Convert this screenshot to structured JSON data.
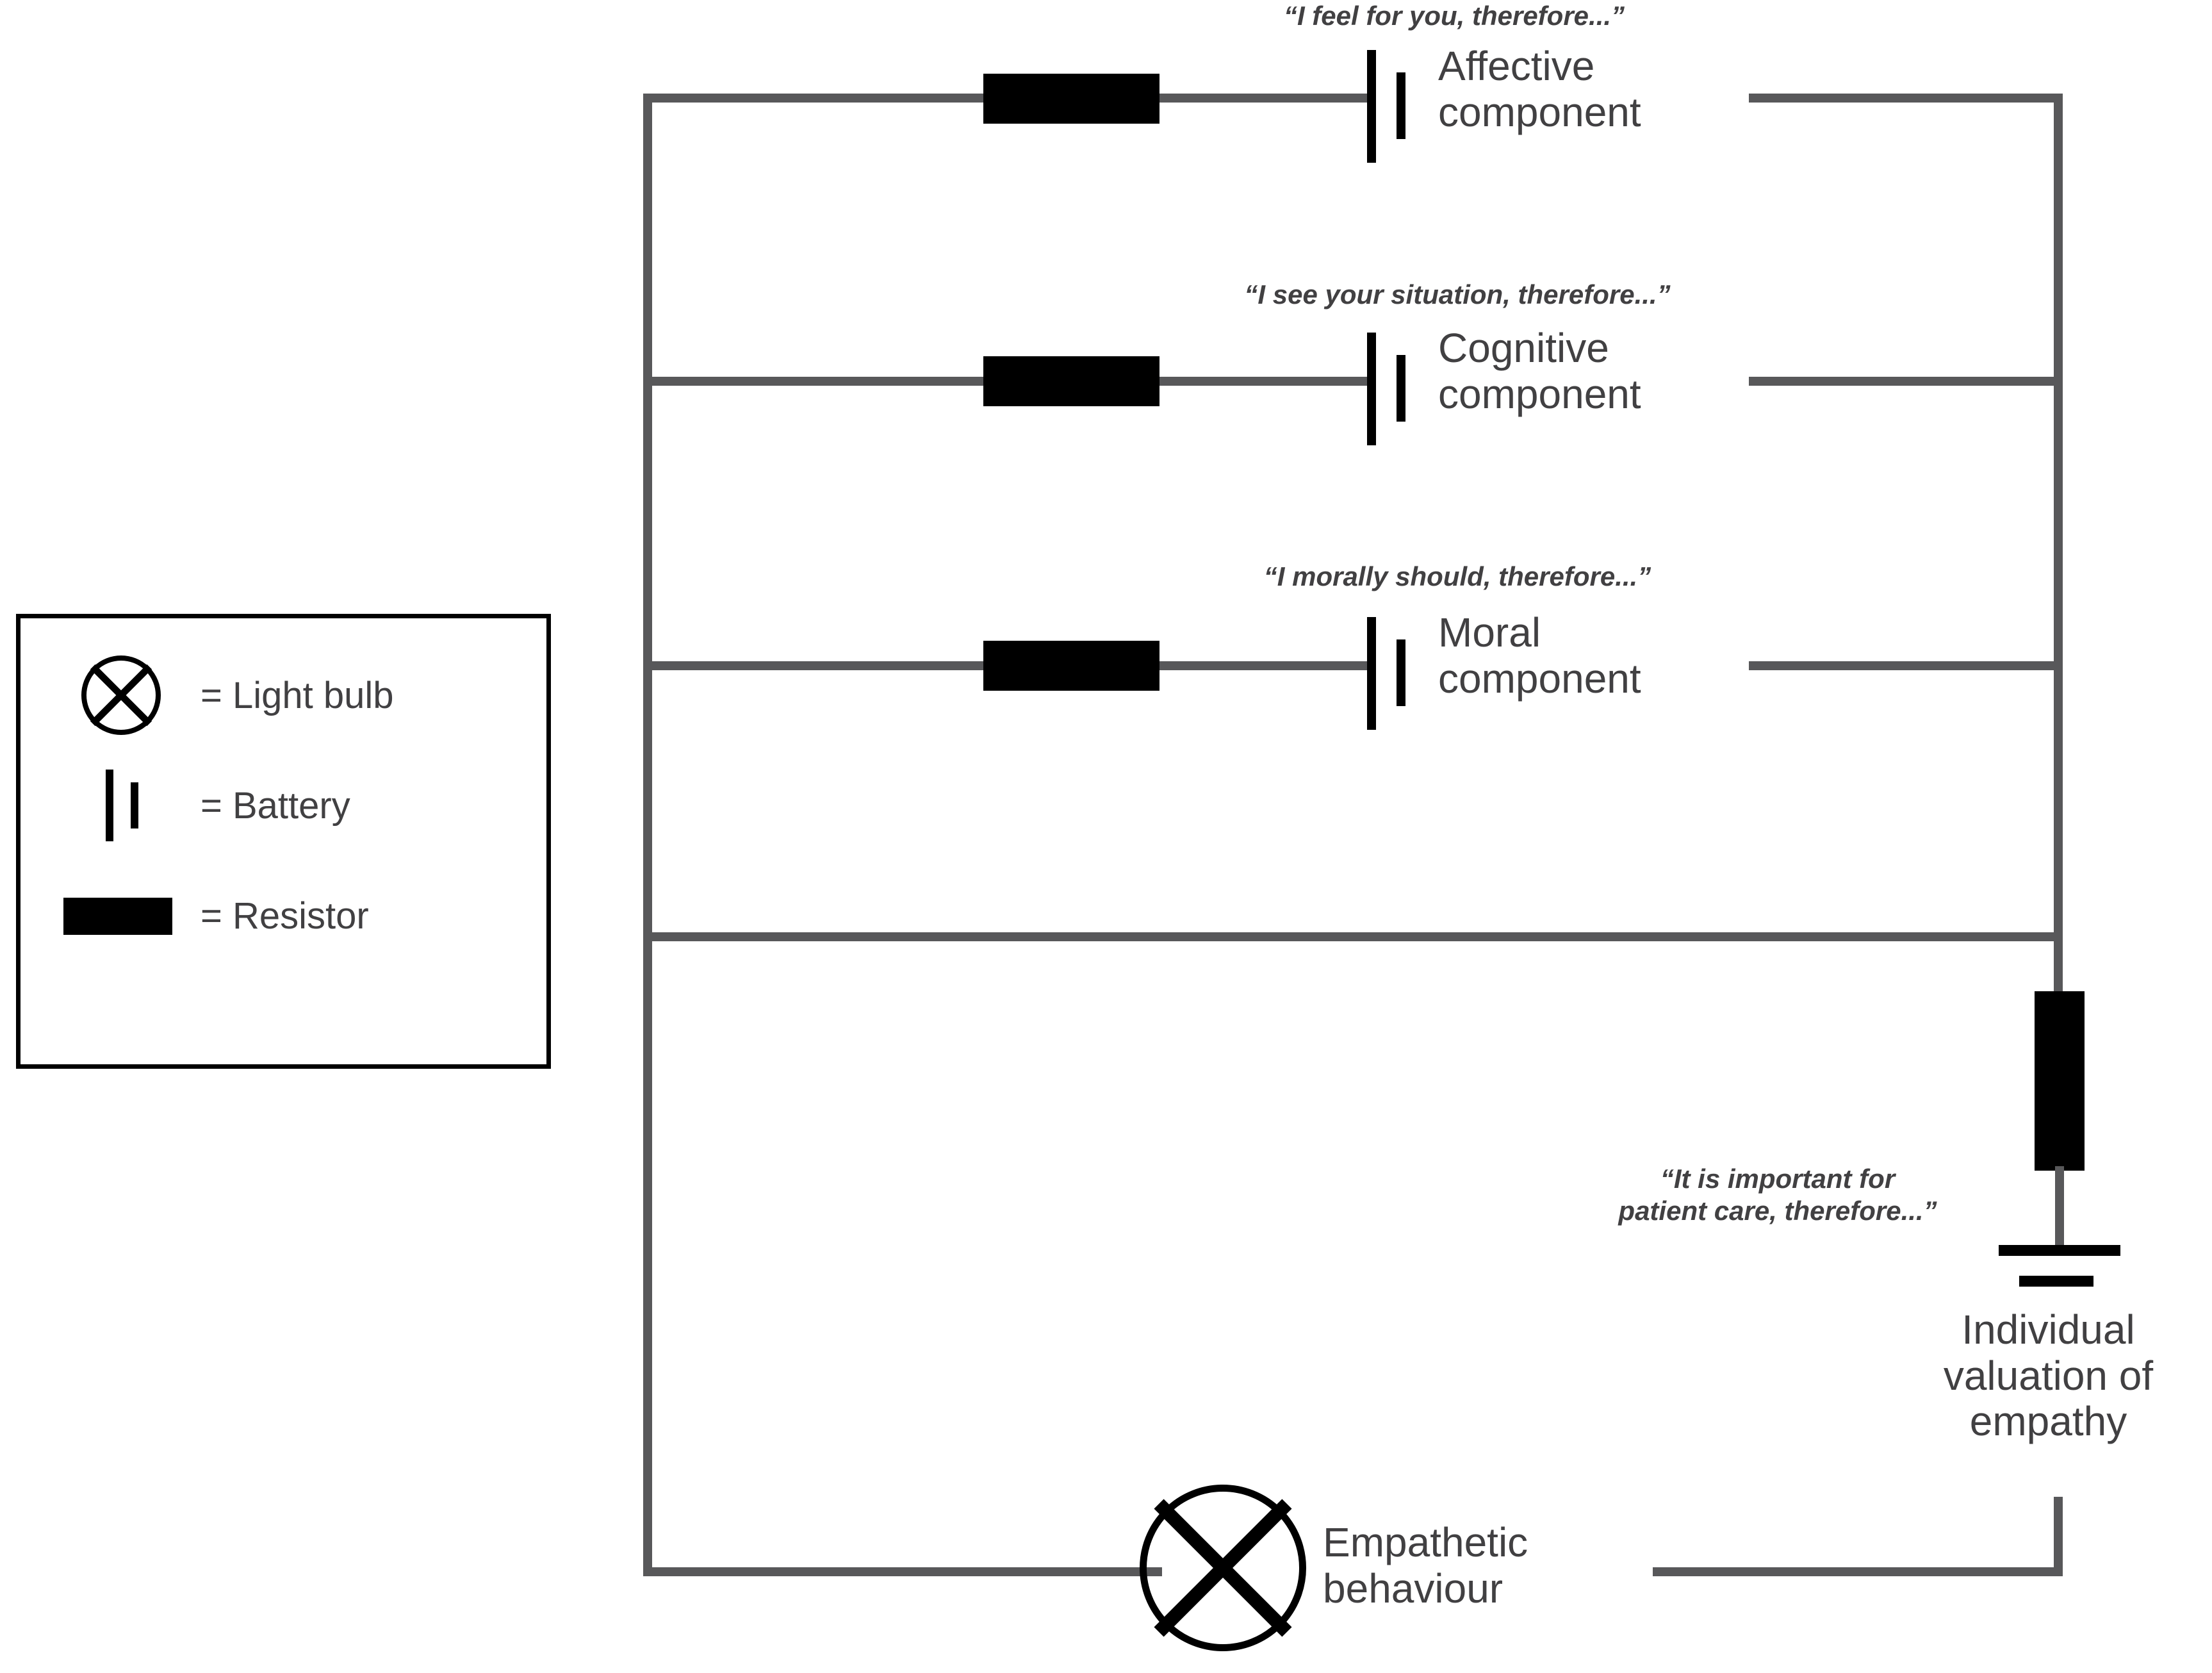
{
  "diagram": {
    "title_present": false,
    "type": "circuit-diagram",
    "wire_color": "#58585a",
    "component_color": "#000000",
    "text_color": "#414042",
    "background": "#ffffff"
  },
  "legend": {
    "name": "symbol-key",
    "items": [
      {
        "symbol": "light-bulb",
        "text": "= Light bulb"
      },
      {
        "symbol": "battery",
        "text": "= Battery"
      },
      {
        "symbol": "resistor",
        "text": "= Resistor"
      }
    ]
  },
  "branches": [
    {
      "id": "affective",
      "quote": "“I feel for you, therefore...”",
      "label": "Affective\ncomponent",
      "components": [
        "resistor",
        "battery"
      ]
    },
    {
      "id": "cognitive",
      "quote": "“I see your situation, therefore...”",
      "label": "Cognitive\ncomponent",
      "components": [
        "resistor",
        "battery"
      ]
    },
    {
      "id": "moral",
      "quote": "“I morally should, therefore...”",
      "label": "Moral\ncomponent",
      "components": [
        "resistor",
        "battery"
      ]
    }
  ],
  "valuation": {
    "id": "individual-valuation",
    "quote": "“It is important for\npatient care, therefore...”",
    "label": "Individual\nvaluation of\nempathy",
    "components": [
      "resistor",
      "battery"
    ]
  },
  "output": {
    "id": "empathetic-behaviour",
    "label": "Empathetic\nbehaviour",
    "component": "light-bulb"
  }
}
